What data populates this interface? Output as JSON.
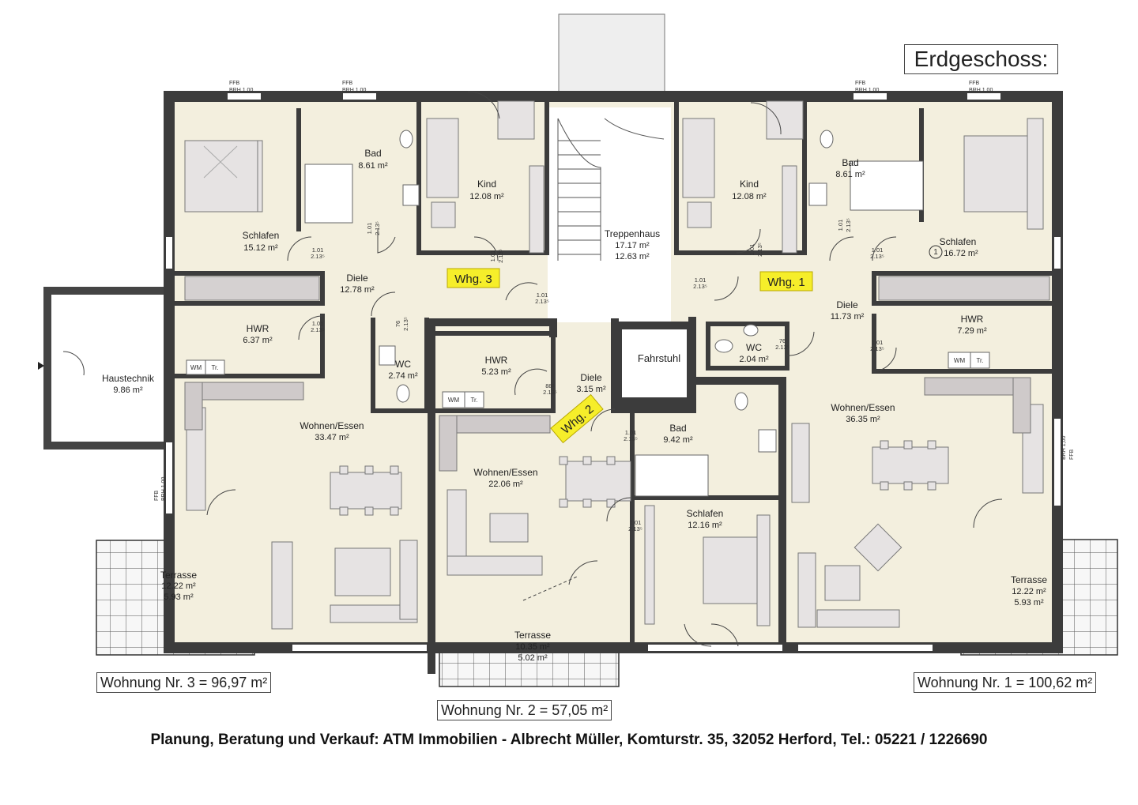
{
  "title": "Erdgeschoss:",
  "rooms": {
    "haustechnik": {
      "name": "Haustechnik",
      "area": "9.86 m²"
    },
    "schlafen_3": {
      "name": "Schlafen",
      "area": "15.12 m²"
    },
    "bad_3": {
      "name": "Bad",
      "area": "8.61 m²"
    },
    "kind_3": {
      "name": "Kind",
      "area": "12.08 m²"
    },
    "diele_3": {
      "name": "Diele",
      "area": "12.78 m²"
    },
    "hwr_3": {
      "name": "HWR",
      "area": "6.37 m²"
    },
    "wc_3": {
      "name": "WC",
      "area": "2.74 m²"
    },
    "wohnen_3": {
      "name": "Wohnen/Essen",
      "area": "33.47 m²"
    },
    "terrasse_3": {
      "name": "Terrasse",
      "area": "12.22 m²",
      "area2": "5.93 m²"
    },
    "treppenhaus": {
      "name": "Treppenhaus",
      "area": "17.17 m²",
      "area2": "12.63 m²"
    },
    "fahrstuhl": {
      "name": "Fahrstuhl"
    },
    "hwr_2": {
      "name": "HWR",
      "area": "5.23 m²"
    },
    "diele_2": {
      "name": "Diele",
      "area": "3.15 m²"
    },
    "bad_2": {
      "name": "Bad",
      "area": "9.42 m²"
    },
    "wohnen_2": {
      "name": "Wohnen/Essen",
      "area": "22.06 m²"
    },
    "schlafen_2": {
      "name": "Schlafen",
      "area": "12.16 m²"
    },
    "terrasse_2": {
      "name": "Terrasse",
      "area": "10.35 m²",
      "area2": "5.02 m²"
    },
    "kind_1": {
      "name": "Kind",
      "area": "12.08 m²"
    },
    "bad_1": {
      "name": "Bad",
      "area": "8.61 m²"
    },
    "schlafen_1": {
      "name": "Schlafen",
      "area": "16.72 m²"
    },
    "diele_1": {
      "name": "Diele",
      "area": "11.73 m²"
    },
    "hwr_1": {
      "name": "HWR",
      "area": "7.29 m²"
    },
    "wc_1": {
      "name": "WC",
      "area": "2.04 m²"
    },
    "wohnen_1": {
      "name": "Wohnen/Essen",
      "area": "36.35 m²"
    },
    "terrasse_1": {
      "name": "Terrasse",
      "area": "12.22 m²",
      "area2": "5.93 m²"
    }
  },
  "unit_tags": {
    "whg1": "Whg. 1",
    "whg2": "Whg. 2",
    "whg3": "Whg. 3"
  },
  "unit_totals": {
    "w3": "Wohnung Nr. 3 = 96,97 m²",
    "w2": "Wohnung Nr. 2 = 57,05 m²",
    "w1": "Wohnung Nr. 1 = 100,62 m²"
  },
  "annotations": {
    "ffb": "FFB",
    "brh": "BRH 1,00",
    "door_w": "1.01",
    "door_h": "2.13⁵",
    "wc_w": "76",
    "diele2_w": "88⁵",
    "wm": "WM",
    "tr": "Tr.",
    "marker": "1"
  },
  "footer": "Planung, Beratung und Verkauf: ATM Immobilien - Albrecht Müller, Komturstr. 35, 32052 Herford, Tel.: 05221 / 1226690",
  "colors": {
    "wall": "#404040",
    "floor": "#f3efde",
    "terrace": "#f7f7f7",
    "furniture": "#e6e3e3",
    "kitchen": "#cfcaca",
    "tag": "#f6ee2a"
  }
}
